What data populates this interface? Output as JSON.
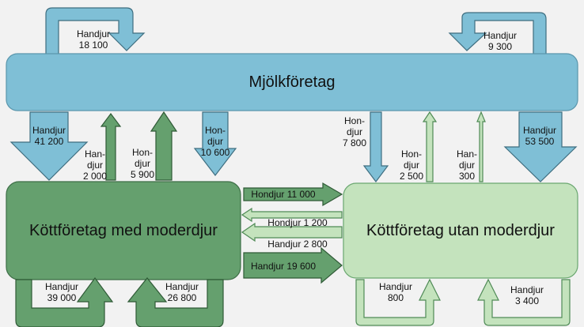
{
  "diagram": {
    "nodes": {
      "mjolk": {
        "label": "Mjölkföretag",
        "color": "#7fbfd6"
      },
      "kott_med": {
        "label": "Köttföretag med moderdjur",
        "color": "#65a06e"
      },
      "kott_utan": {
        "label": "Köttföretag utan moderdjur",
        "color": "#c4e3bd"
      }
    },
    "self_loops": {
      "mjolk_a": {
        "text": "Handjur\n18 100",
        "value": 18100
      },
      "mjolk_b": {
        "text": "Handjur\n9 300",
        "value": 9300
      },
      "med_a": {
        "text": "Handjur\n39 000",
        "value": 39000
      },
      "med_b": {
        "text": "Handjur\n26 800",
        "value": 26800
      },
      "utan_a": {
        "text": "Handjur\n800",
        "value": 800
      },
      "utan_b": {
        "text": "Handjur\n3 400",
        "value": 3400
      }
    },
    "flows": {
      "mjolk_to_med_a": {
        "text": "Handjur\n41 200",
        "value": 41200
      },
      "med_to_mjolk_a": {
        "text": "Han-\ndjur\n2 000",
        "value": 2000
      },
      "med_to_mjolk_b": {
        "text": "Hon-\ndjur\n5 900",
        "value": 5900
      },
      "mjolk_to_med_b": {
        "text": "Hon-\ndjur\n10 600",
        "value": 10600
      },
      "mjolk_to_utan_a": {
        "text": "Hon-\ndjur\n7 800",
        "value": 7800
      },
      "utan_to_mjolk_a": {
        "text": "Hon-\ndjur\n2 500",
        "value": 2500
      },
      "utan_to_mjolk_b": {
        "text": "Han-\ndjur\n300",
        "value": 300
      },
      "mjolk_to_utan_b": {
        "text": "Handjur\n53 500",
        "value": 53500
      },
      "med_to_utan_a": {
        "text": "Hondjur 11 000",
        "value": 11000
      },
      "utan_to_med_a": {
        "text": "Hondjur 1 200",
        "value": 1200
      },
      "utan_to_med_b": {
        "text": "Handjur 2 800",
        "value": 2800
      },
      "med_to_utan_b": {
        "text": "Handjur 19 600",
        "value": 19600
      }
    }
  }
}
